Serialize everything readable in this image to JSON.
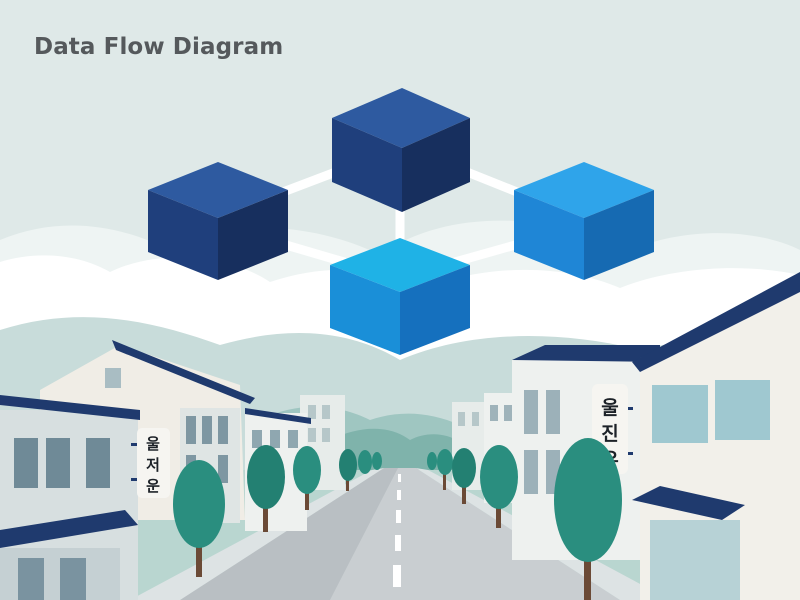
{
  "diagram": {
    "title": "Data Flow Diagram",
    "nodes": [
      {
        "id": "top",
        "color_top": "#2e5aa0",
        "color_left": "#1f3f7c",
        "color_right": "#172f5e"
      },
      {
        "id": "left",
        "color_top": "#2e5aa0",
        "color_left": "#1f3f7c",
        "color_right": "#172f5e"
      },
      {
        "id": "right",
        "color_top": "#2fa4ea",
        "color_left": "#1f86d6",
        "color_right": "#166ab2"
      },
      {
        "id": "bottom",
        "color_top": "#1fb2e6",
        "color_left": "#1a8fd8",
        "color_right": "#1570be"
      }
    ],
    "connectors": [
      {
        "from": "left",
        "to": "top"
      },
      {
        "from": "top",
        "to": "right"
      },
      {
        "from": "left",
        "to": "bottom"
      },
      {
        "from": "bottom",
        "to": "right"
      },
      {
        "from": "top",
        "to": "bottom"
      }
    ]
  },
  "signs": {
    "left": "울저운",
    "right": "울진우"
  },
  "colors": {
    "sky": "#dfe9e8",
    "cloud": "#ffffff",
    "building_navy": "#1f3a6e",
    "tree": "#2a8e7f",
    "road": "#c9ced1"
  }
}
